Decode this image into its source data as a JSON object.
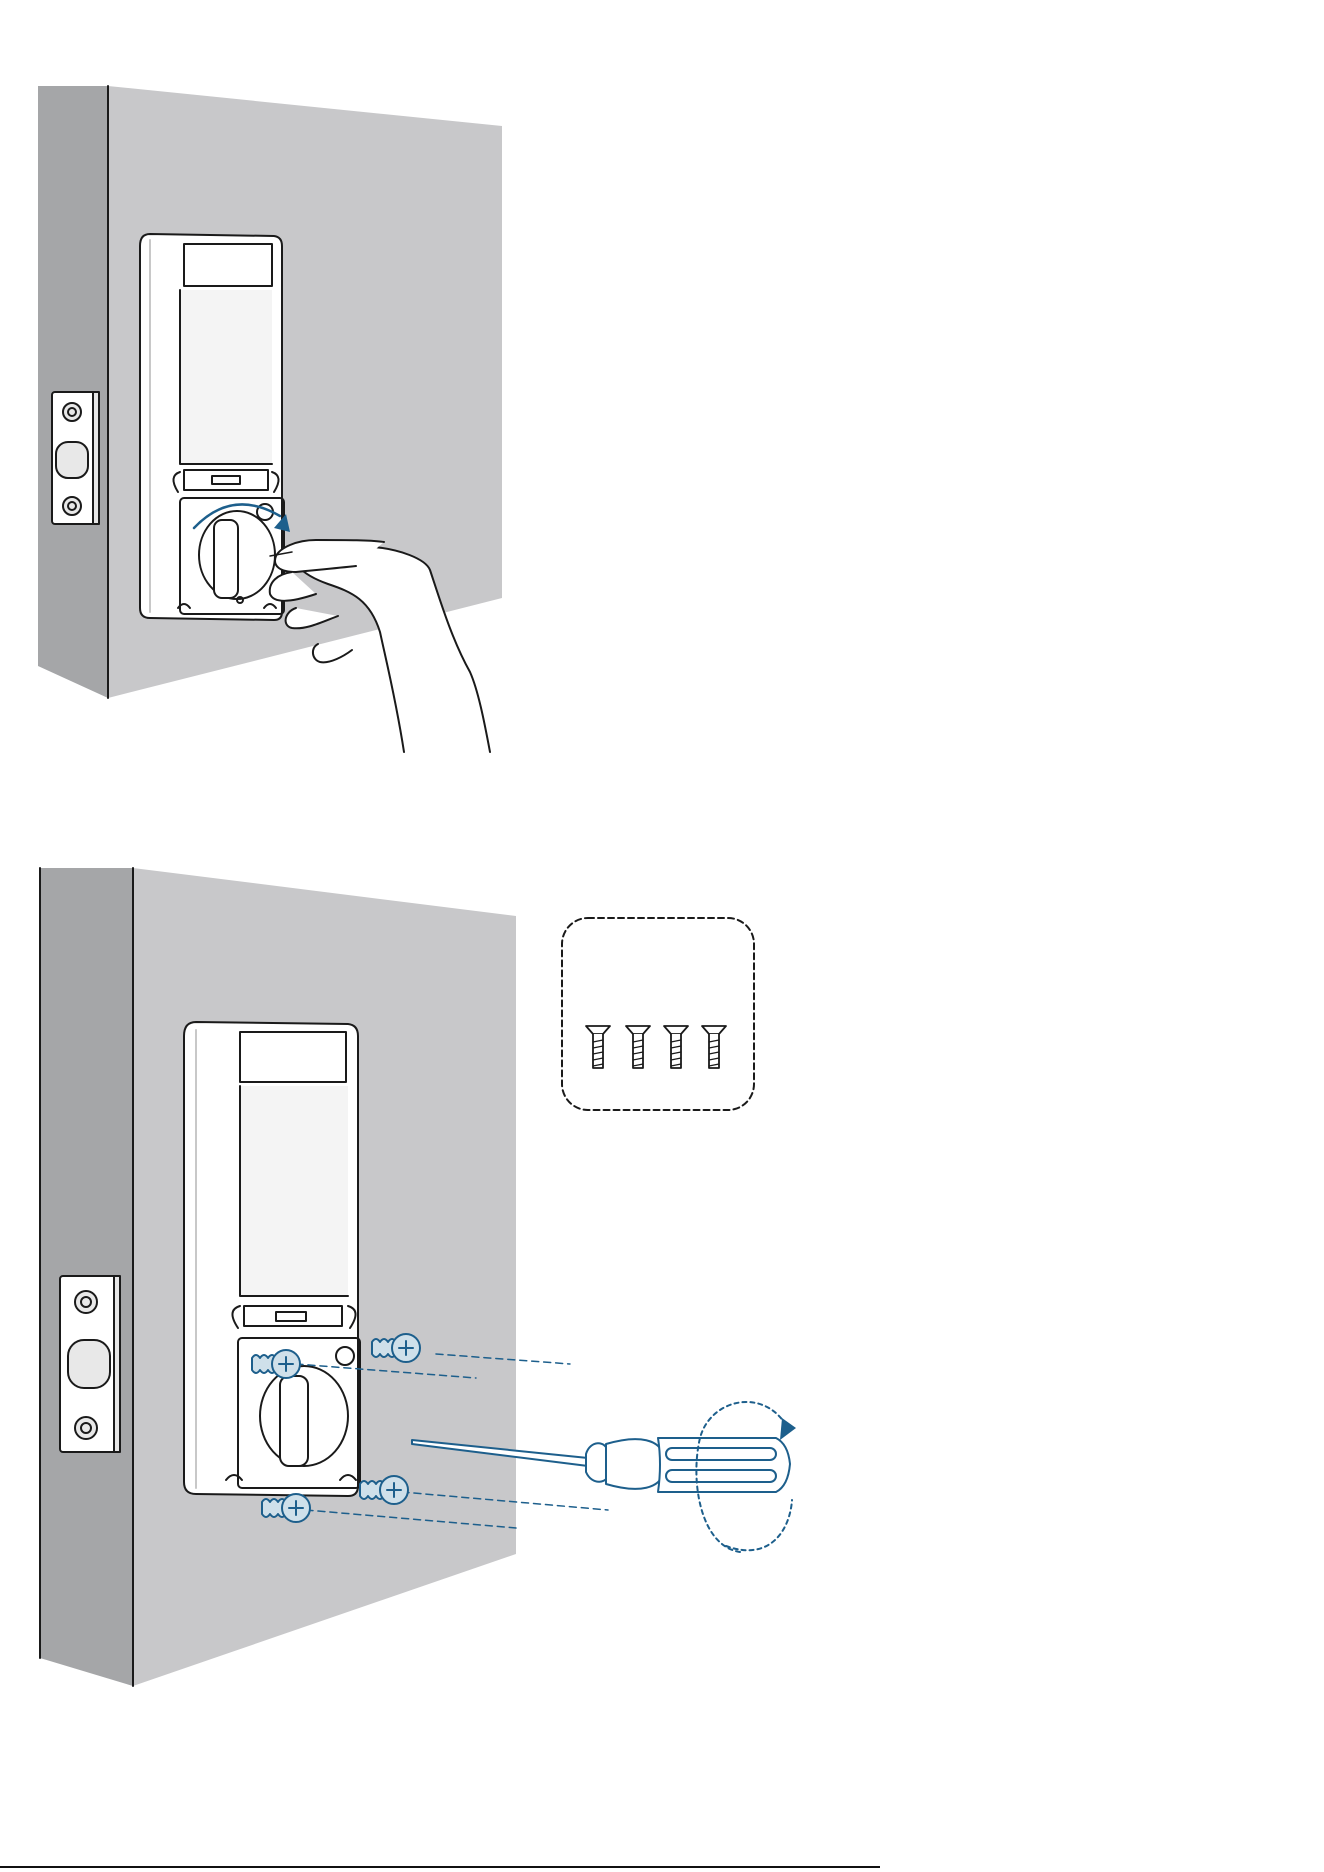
{
  "document": {
    "type": "installation-instructions",
    "step_a": {
      "illustration": "turn-thumb-turn",
      "icons": [
        "door-icon",
        "hand-icon",
        "rotation-arrow-icon",
        "latch-plate-icon"
      ]
    },
    "step_b": {
      "illustration": "fasten-screws",
      "icons": [
        "door-icon",
        "screwdriver-icon",
        "screw-icon",
        "rotation-arrow-icon",
        "latch-plate-icon"
      ],
      "screws_in_box": 4,
      "screws_installed": 4
    }
  },
  "colors": {
    "door_face": "#c8c8ca",
    "door_edge": "#a5a6a8",
    "outline": "#1a1a1a",
    "accent_blue": "#1d5f8c",
    "screw_fill": "#cfe0ea",
    "lock_fill": "#ffffff"
  }
}
